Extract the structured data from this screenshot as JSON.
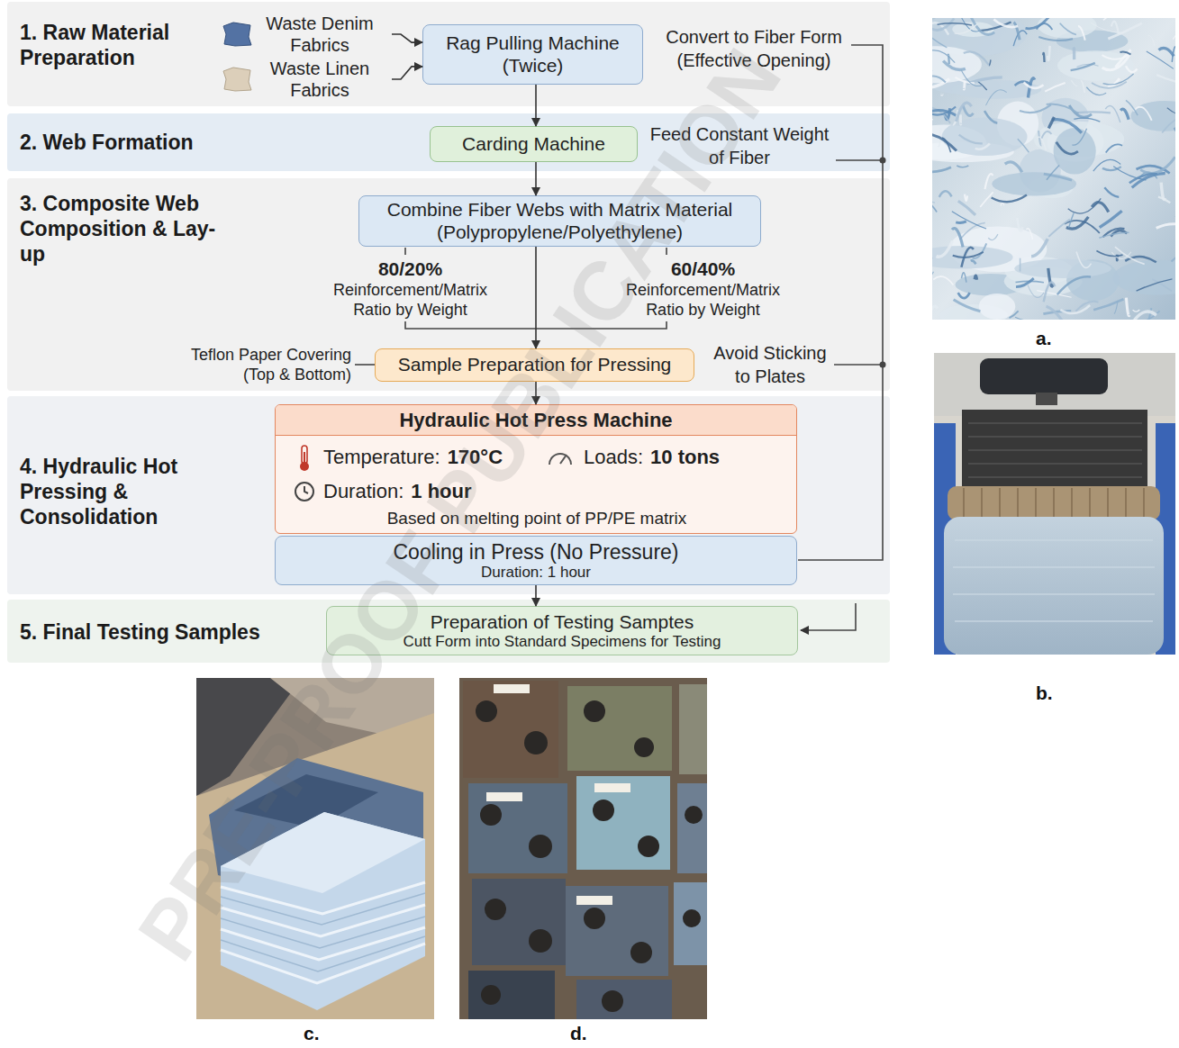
{
  "diagram": {
    "nodes": [
      {
        "text": [
          "1. Raw Material Preparation"
        ]
      },
      {
        "text": [
          "Waste Denim Fabrics"
        ],
        "in": 0
      },
      {
        "text": [
          "Waste Linen Fabrics"
        ],
        "in": 0
      },
      {
        "text": [
          "Rag Pulling Machine",
          "(Twice)"
        ],
        "in": 0
      },
      {
        "text": [
          "2. Web Formation"
        ]
      },
      {
        "text": [
          "Carding Machine"
        ],
        "in": 4
      },
      {
        "text": [
          "3. Composite Web Composition & Lay-up"
        ]
      },
      {
        "text": [
          "Combine Fiber Webs with Matrix Material",
          "(Polypropylene/Polyethylene)"
        ],
        "in": 6
      },
      {
        "text": [
          "Sample Preparation for Pressing"
        ],
        "in": 6
      },
      {
        "text": [
          "4. Hydraulic Hot Pressing & Consolidation"
        ]
      },
      {
        "text": [
          "Hydraulic Hot Press Machine",
          "Temperature:",
          "170°C",
          "Loads:",
          "10 tons",
          "Duration:",
          "1 hour",
          "Based on melting point of PP/PE matrix"
        ],
        "in": 9
      },
      {
        "text": [
          "Cooling in Press (No Pressure)",
          "Duration: 1 hour"
        ],
        "in": 9
      },
      {
        "text": [
          "5. Final Testing Samples"
        ]
      },
      {
        "text": [
          "Preparation of Testing Samptes",
          "Cutt Form into Standard Specimens for Testing"
        ],
        "in": 12
      }
    ],
    "edges": [
      {
        "from": 1,
        "to": 3,
        "arrow": "to"
      },
      {
        "from": 2,
        "to": 3,
        "arrow": "to"
      },
      {
        "from": 3,
        "to": 5,
        "arrow": "to"
      },
      {
        "from": 5,
        "to": 7,
        "arrow": "to"
      },
      {
        "from": 7,
        "to": 8,
        "arrow": "to"
      },
      {
        "from": 8,
        "to": 10,
        "arrow": "to"
      },
      {
        "from": 11,
        "to": 13,
        "arrow": "to"
      }
    ],
    "labels": [
      "Convert to Fiber Form (Effective Opening)",
      "Feed Constant Weight of Fiber",
      "80/20%",
      "Reinforcement/Matrix Ratio by Weight",
      "60/40%",
      "Reinforcement/Matrix Ratio by Weight",
      "Teflon Paper Covering (Top & Bottom)",
      "Avoid Sticking to Plates",
      "a.",
      "b.",
      "c.",
      "d.",
      "PRE-PROOF PUBLICATION"
    ]
  }
}
